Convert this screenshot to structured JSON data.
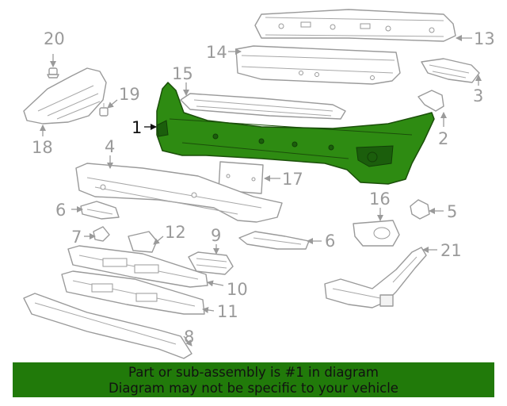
{
  "diagram": {
    "selected_part": "1",
    "callouts": [
      "1",
      "2",
      "3",
      "4",
      "5",
      "6",
      "6",
      "7",
      "8",
      "9",
      "10",
      "11",
      "12",
      "13",
      "14",
      "15",
      "16",
      "17",
      "18",
      "19",
      "20",
      "21"
    ]
  },
  "banner": {
    "line1": "Part or sub-assembly is #1 in diagram",
    "line2": "Diagram may not be specific to your vehicle"
  },
  "colors": {
    "highlight": "#2e8b12",
    "banner_bg": "#217a0a",
    "line_art": "#9a9a9a"
  }
}
